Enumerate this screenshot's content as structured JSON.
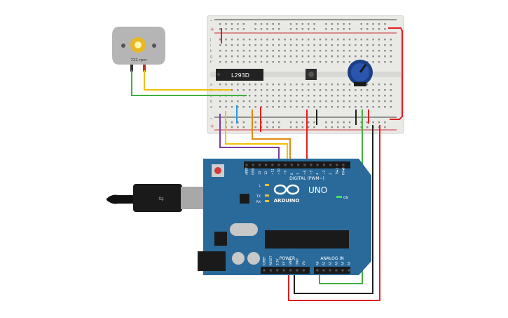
{
  "motor": {
    "speed_label": "722 rpm"
  },
  "driver_ic": {
    "label": "L293D"
  },
  "breadboard": {
    "row_letters_top": [
      "j",
      "i",
      "h",
      "g",
      "f"
    ],
    "row_letters_bottom": [
      "e",
      "d",
      "c",
      "b",
      "a"
    ],
    "column_count": 30,
    "rail_plus": "+",
    "rail_minus": "-"
  },
  "arduino": {
    "brand": "ARDUINO",
    "model": "UNO",
    "digital_header": "DIGITAL (PWM~)",
    "digital_pins": [
      "AREF",
      "GND",
      "13",
      "12",
      "~11",
      "~10",
      "~9",
      "8",
      "7",
      "~6",
      "~5",
      "4",
      "~3",
      "2",
      "TX▸1",
      "RX◂0"
    ],
    "power_header": "POWER",
    "power_pins": [
      "IOREF",
      "RESET",
      "3.3V",
      "5V",
      "GND",
      "GND",
      "Vin"
    ],
    "analog_header": "ANALOG IN",
    "analog_pins": [
      "A0",
      "A1",
      "A2",
      "A3",
      "A4",
      "A5"
    ],
    "led_labels": [
      "L",
      "TX",
      "RX"
    ],
    "on_label": "ON"
  },
  "colors": {
    "board_blue": "#2a6a9a",
    "wire_red": "#e02020",
    "wire_yellow": "#f0c000",
    "wire_green": "#40b040",
    "wire_purple": "#7a3aa0",
    "wire_orange": "#e08a10",
    "wire_black": "#202020",
    "wire_blue": "#2a9ad8"
  },
  "icons": [
    "potentiometer-icon",
    "push-button-icon",
    "usb-cable-icon",
    "reset-button-icon"
  ]
}
